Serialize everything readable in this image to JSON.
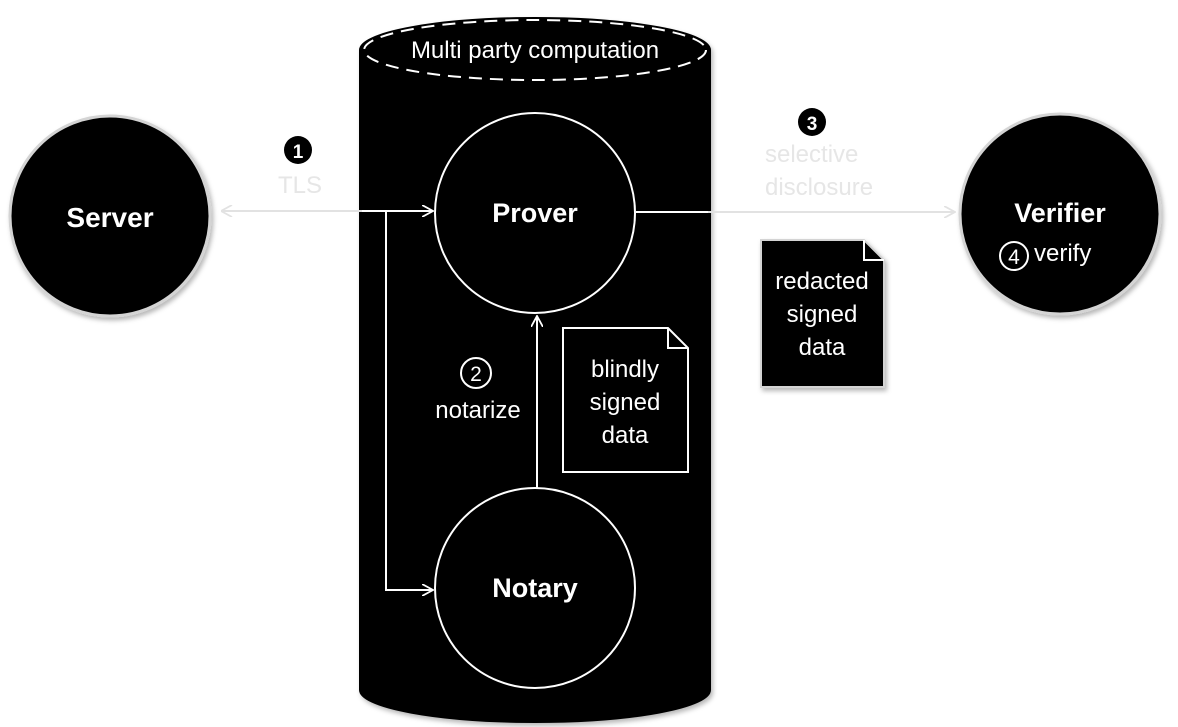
{
  "mpc": {
    "label": "Multi party computation"
  },
  "nodes": {
    "server": "Server",
    "prover": "Prover",
    "notary": "Notary",
    "verifier": "Verifier"
  },
  "steps": {
    "tls": {
      "number": "1",
      "label": "TLS"
    },
    "notarize": {
      "number": "2",
      "label": "notarize"
    },
    "disclosure": {
      "number": "3",
      "label_line1": "selective",
      "label_line2": "disclosure"
    },
    "verify": {
      "number": "4",
      "label": "verify"
    }
  },
  "documents": {
    "blind": {
      "line1": "blindly",
      "line2": "signed",
      "line3": "data"
    },
    "redacted": {
      "line1": "redacted",
      "line2": "signed",
      "line3": "data"
    }
  }
}
